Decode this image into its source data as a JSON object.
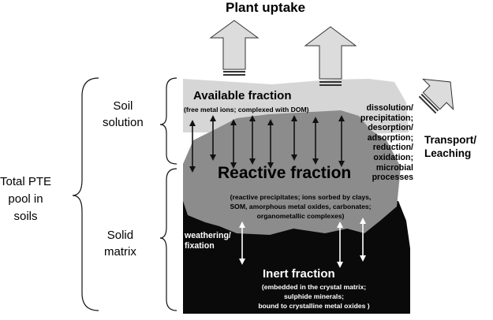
{
  "title": "Plant uptake",
  "available": {
    "heading": "Available fraction",
    "detail": "(free metal ions; complexed with DOM)"
  },
  "reactive": {
    "heading": "Reactive fraction",
    "detail_lines": [
      "(reactive precipitates; ions sorbed by clays,",
      "SOM, amorphous metal oxides, carbonates;",
      "organometallic complexes)"
    ]
  },
  "inert": {
    "heading": "Inert fraction",
    "detail_lines": [
      "(embedded in the crystal matrix;",
      "sulphide minerals;",
      "bound to crystalline metal oxides )"
    ]
  },
  "processes": [
    "dissolution/",
    "precipitation;",
    "desorption/",
    "adsorption;",
    "reduction/",
    "oxidation;",
    "microbial",
    "processes"
  ],
  "transport": [
    "Transport/",
    "Leaching"
  ],
  "weathering": [
    "weathering/",
    "fixation"
  ],
  "left_labels": {
    "soil_solution": [
      "Soil",
      "solution"
    ],
    "solid_matrix": [
      "Solid",
      "matrix"
    ],
    "total_pool": [
      "Total PTE",
      "pool in",
      "soils"
    ]
  },
  "colors": {
    "available_zone": "#d6d6d6",
    "reactive_zone": "#8c8c8c",
    "inert_zone": "#0a0a0a",
    "uptake_arrow": "#dcdcdc"
  }
}
